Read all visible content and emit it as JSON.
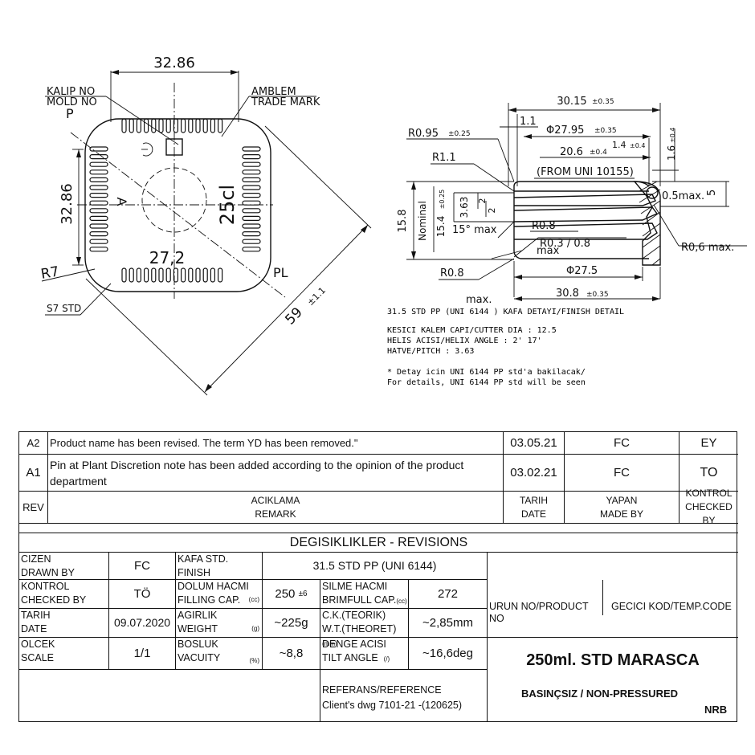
{
  "front_view": {
    "dim_width": "32.86",
    "dim_height": "32.86",
    "kalip_no": "KALIP NO",
    "mold_no": "MOLD NO",
    "p_mark_top": "P",
    "amblem": "AMBLEM",
    "trade_mark": "TRADE MARK",
    "r7": "R7",
    "s7_std": "S7 STD",
    "cl25": "25cl",
    "a_mark": "A",
    "val_27_2": "27,2",
    "pl_mark": "PL",
    "dim_59": "59",
    "dim_59_tol": "±1.1"
  },
  "finish_detail": {
    "d_30_15": "30.15",
    "tol_30_15": "±0.35",
    "d_1_1_top": "1.1",
    "r_0_95": "R0.95",
    "tol_r_0_95": "±0.25",
    "d_27_95": "Φ27.95",
    "tol_27_95": "±0.35",
    "d_1_4": "1.4",
    "tol_1_4": "±0.4",
    "d_1_6": "1.6",
    "tol_1_6": "±0.4",
    "d_20_6": "20.6",
    "tol_20_6": "±0.4",
    "r_1_1": "R1.1",
    "from_uni": "(FROM UNI 10155)",
    "d_0_5max": "0.5max.",
    "d_5": "5",
    "d_15_8": "15.8",
    "nominal": "Nominal",
    "d_15_4": "15.4",
    "tol_15_4": "±0.25",
    "d_3_63": "3.63",
    "d_2a": "2",
    "d_2b": "2",
    "d_15max": "15° max",
    "r_0_8a": "R0.8",
    "r_0_3": "R0.3 / 0.8",
    "max_a": "max",
    "r_0_6max": "R0,6 max.",
    "r_0_8b": "R0.8",
    "d_27_5": "Φ27.5",
    "d_30_8": "30.8",
    "tol_30_8": "±0.35",
    "max_b": "max.",
    "caption": "31.5 STD PP (UNI 6144 ) KAFA DETAYI/FINISH DETAIL",
    "cutter": "KESICI KALEM CAPI/CUTTER DIA  :  12.5",
    "helix": "HELIS ACISI/HELIX ANGLE  :  2' 17'",
    "pitch": "HATVE/PITCH  :  3.63",
    "note1": "* Detay icin UNI 6144 PP std'a bakilacak/",
    "note2": "For details, UNI 6144 PP std will be seen"
  },
  "revisions": {
    "rows": [
      {
        "rev": "A2",
        "remark": "Product name has been revised. The term YD has been removed.\"",
        "date": "03.05.21",
        "made_by": "FC",
        "checked_by": "EY"
      },
      {
        "rev": "A1",
        "remark": "Pin at Plant Discretion note has been added according to the opinion of the product department",
        "date": "03.02.21",
        "made_by": "FC",
        "checked_by": "TO"
      }
    ],
    "h_rev": "REV",
    "h_remark_tr": "ACIKLAMA",
    "h_remark_en": "REMARK",
    "h_date_tr": "TARIH",
    "h_date_en": "DATE",
    "h_made_tr": "YAPAN",
    "h_made_en": "MADE BY",
    "h_check_tr": "KONTROL",
    "h_check_en": "CHECKED BY",
    "title": "DEGISIKLIKLER - REVISIONS"
  },
  "title_block": {
    "drawn_tr": "CIZEN",
    "drawn_en": "DRAWN BY",
    "drawn_val": "FC",
    "finish_tr": "KAFA STD.",
    "finish_en": "FINISH",
    "finish_val": "31.5 STD PP (UNI 6144)",
    "checked_tr": "KONTROL",
    "checked_en": "CHECKED BY",
    "checked_val": "TÖ",
    "filling_tr": "DOLUM HACMI",
    "filling_en": "FILLING CAP.",
    "filling_unit": "(cc)",
    "filling_val": "250",
    "filling_tol": "±6",
    "brim_tr": "SILME HACMI",
    "brim_en": "BRIMFULL CAP.",
    "brim_unit": "(cc)",
    "brim_val": "272",
    "date_tr": "TARIH",
    "date_en": "DATE",
    "date_val": "09.07.2020",
    "weight_tr": "AGIRLIK",
    "weight_en": "WEIGHT",
    "weight_unit": "(g)",
    "weight_val": "~225g",
    "wt_tr": "C.K.(TEORIK)",
    "wt_en": "W.T.(THEORET)",
    "wt_unit": "(mm)",
    "wt_val": "~2,85mm",
    "scale_tr": "OLCEK",
    "scale_en": "SCALE",
    "scale_val": "1/1",
    "vacuity_tr": "BOSLUK",
    "vacuity_en": "VACUITY",
    "vacuity_unit": "(%)",
    "vacuity_val": "~8,8",
    "tilt_tr": "DENGE ACISI",
    "tilt_en": "TILT ANGLE",
    "tilt_unit": "(/)",
    "tilt_val": "~16,6deg",
    "ref_tr": "REFERANS/REFERENCE",
    "ref_val": "Client's dwg 7101-21 -(120625)",
    "product_no": "URUN NO/PRODUCT NO",
    "temp_code": "GECICI KOD/TEMP.CODE",
    "product_name": "250ml. STD MARASCA",
    "pressure": "BASINÇSIZ / NON-PRESSURED",
    "nrb": "NRB"
  }
}
